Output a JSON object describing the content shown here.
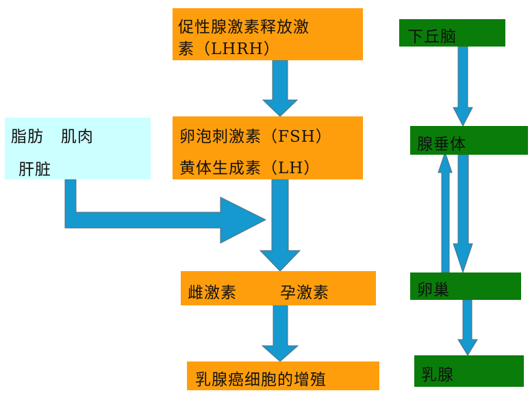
{
  "colors": {
    "orange": "#FF9E0C",
    "cyan": "#CCFFFF",
    "green": "#0A7C0A",
    "arrow_fill": "#1599CF",
    "arrow_stroke": "#5A6B78"
  },
  "main_flow": {
    "lhrh": {
      "line1": "促性腺激素释放激",
      "line2": "素（LHRH）"
    },
    "pituitary_hormones": {
      "line1": "卵泡刺激素（FSH）",
      "line2": "黄体生成素（LH）"
    },
    "sex_hormones": {
      "estrogen": "雌激素",
      "progesterone": "孕激素"
    },
    "result": "乳腺癌细胞的增殖"
  },
  "peripheral": {
    "line1": "脂肪   肌肉",
    "line2": "肝脏"
  },
  "axis": {
    "hypothalamus": "下丘脑",
    "pituitary": "腺垂体",
    "ovary": "卵巢",
    "breast": "乳腺"
  }
}
